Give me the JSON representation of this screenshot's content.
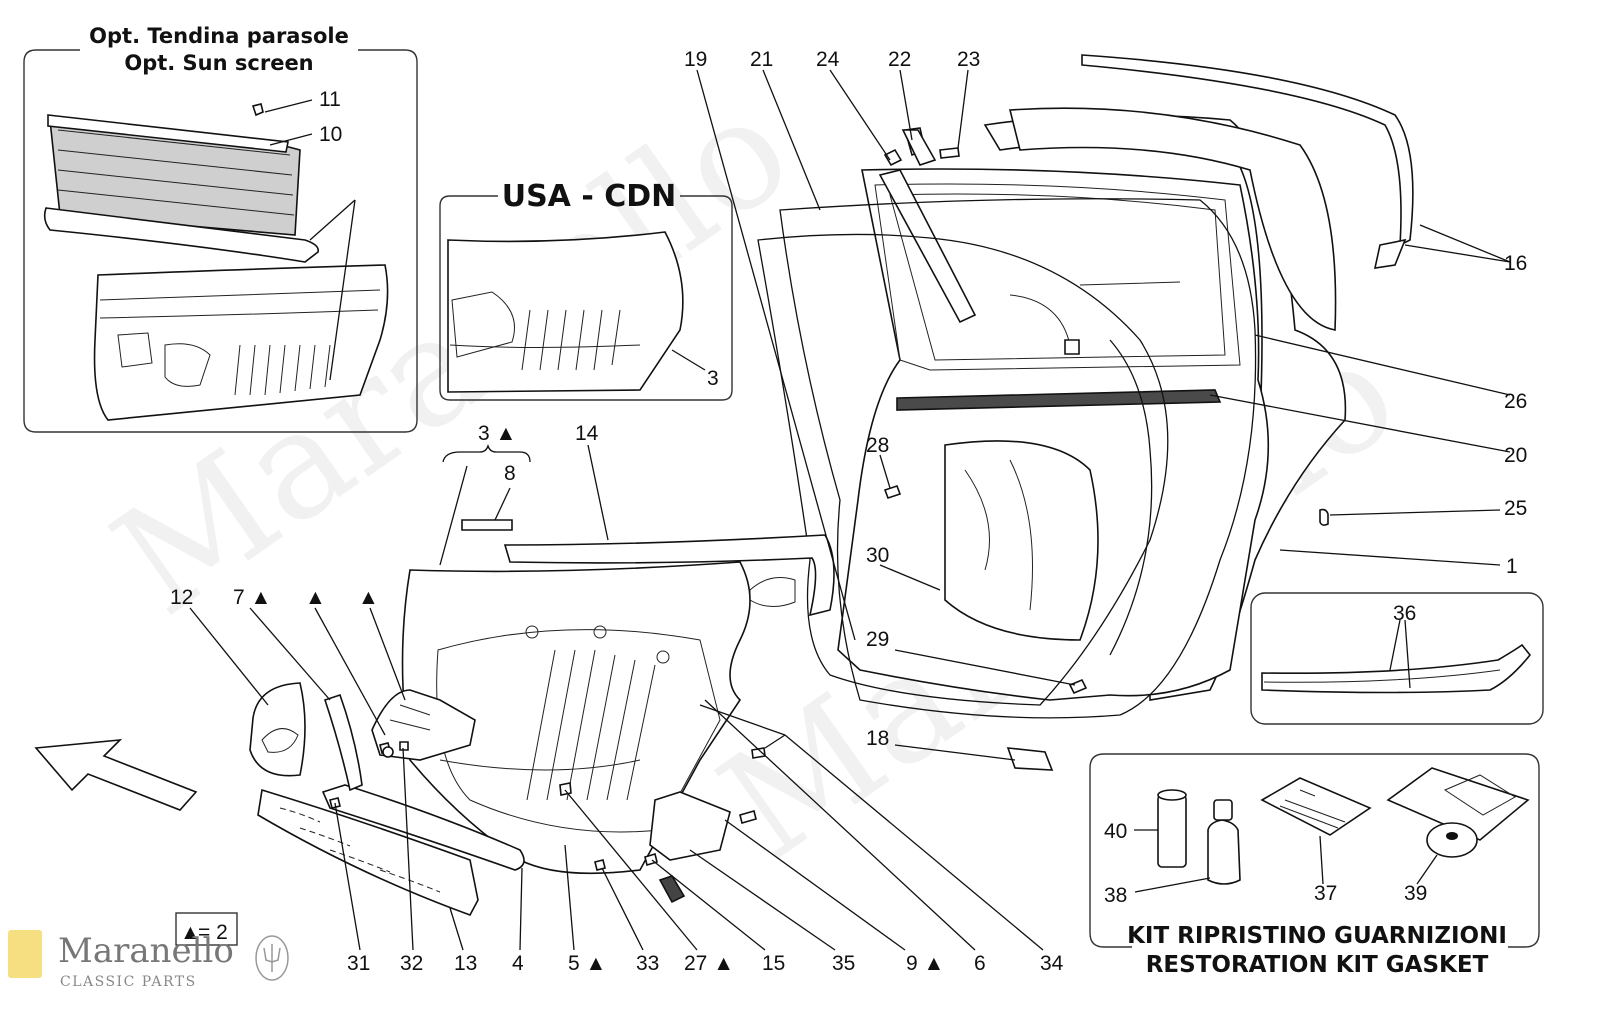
{
  "insets": {
    "sun_screen": {
      "title_it": "Opt. Tendina parasole",
      "title_en": "Opt. Sun screen"
    },
    "usa_cdn": {
      "title": "USA - CDN"
    },
    "kit": {
      "title_it": "KIT RIPRISTINO GUARNIZIONI",
      "title_en": "RESTORATION KIT GASKET"
    }
  },
  "legend": {
    "symbol": "▲",
    "text": "= 2"
  },
  "brand": {
    "name": "Maranello",
    "tagline": "CLASSIC PARTS"
  },
  "callouts": {
    "c1": "1",
    "c3a": "3",
    "c3b": "3 ▲",
    "c4": "4",
    "c5": "5 ▲",
    "c6": "6",
    "c7": "7 ▲",
    "c8": "8",
    "c9": "9 ▲",
    "c10": "10",
    "c11": "11",
    "c12": "12",
    "c13": "13",
    "c14": "14",
    "c15": "15",
    "c16": "16",
    "c18": "18",
    "c19": "19",
    "c20": "20",
    "c21": "21",
    "c22": "22",
    "c23": "23",
    "c24": "24",
    "c25": "25",
    "c26": "26",
    "c27": "27 ▲",
    "c28": "28",
    "c29": "29",
    "c30": "30",
    "c31": "31",
    "c32": "32",
    "c33": "33",
    "c34": "34",
    "c35": "35",
    "c36": "36",
    "c37": "37",
    "c38": "38",
    "c39": "39",
    "c40": "40",
    "tri1": "▲",
    "tri2": "▲"
  }
}
